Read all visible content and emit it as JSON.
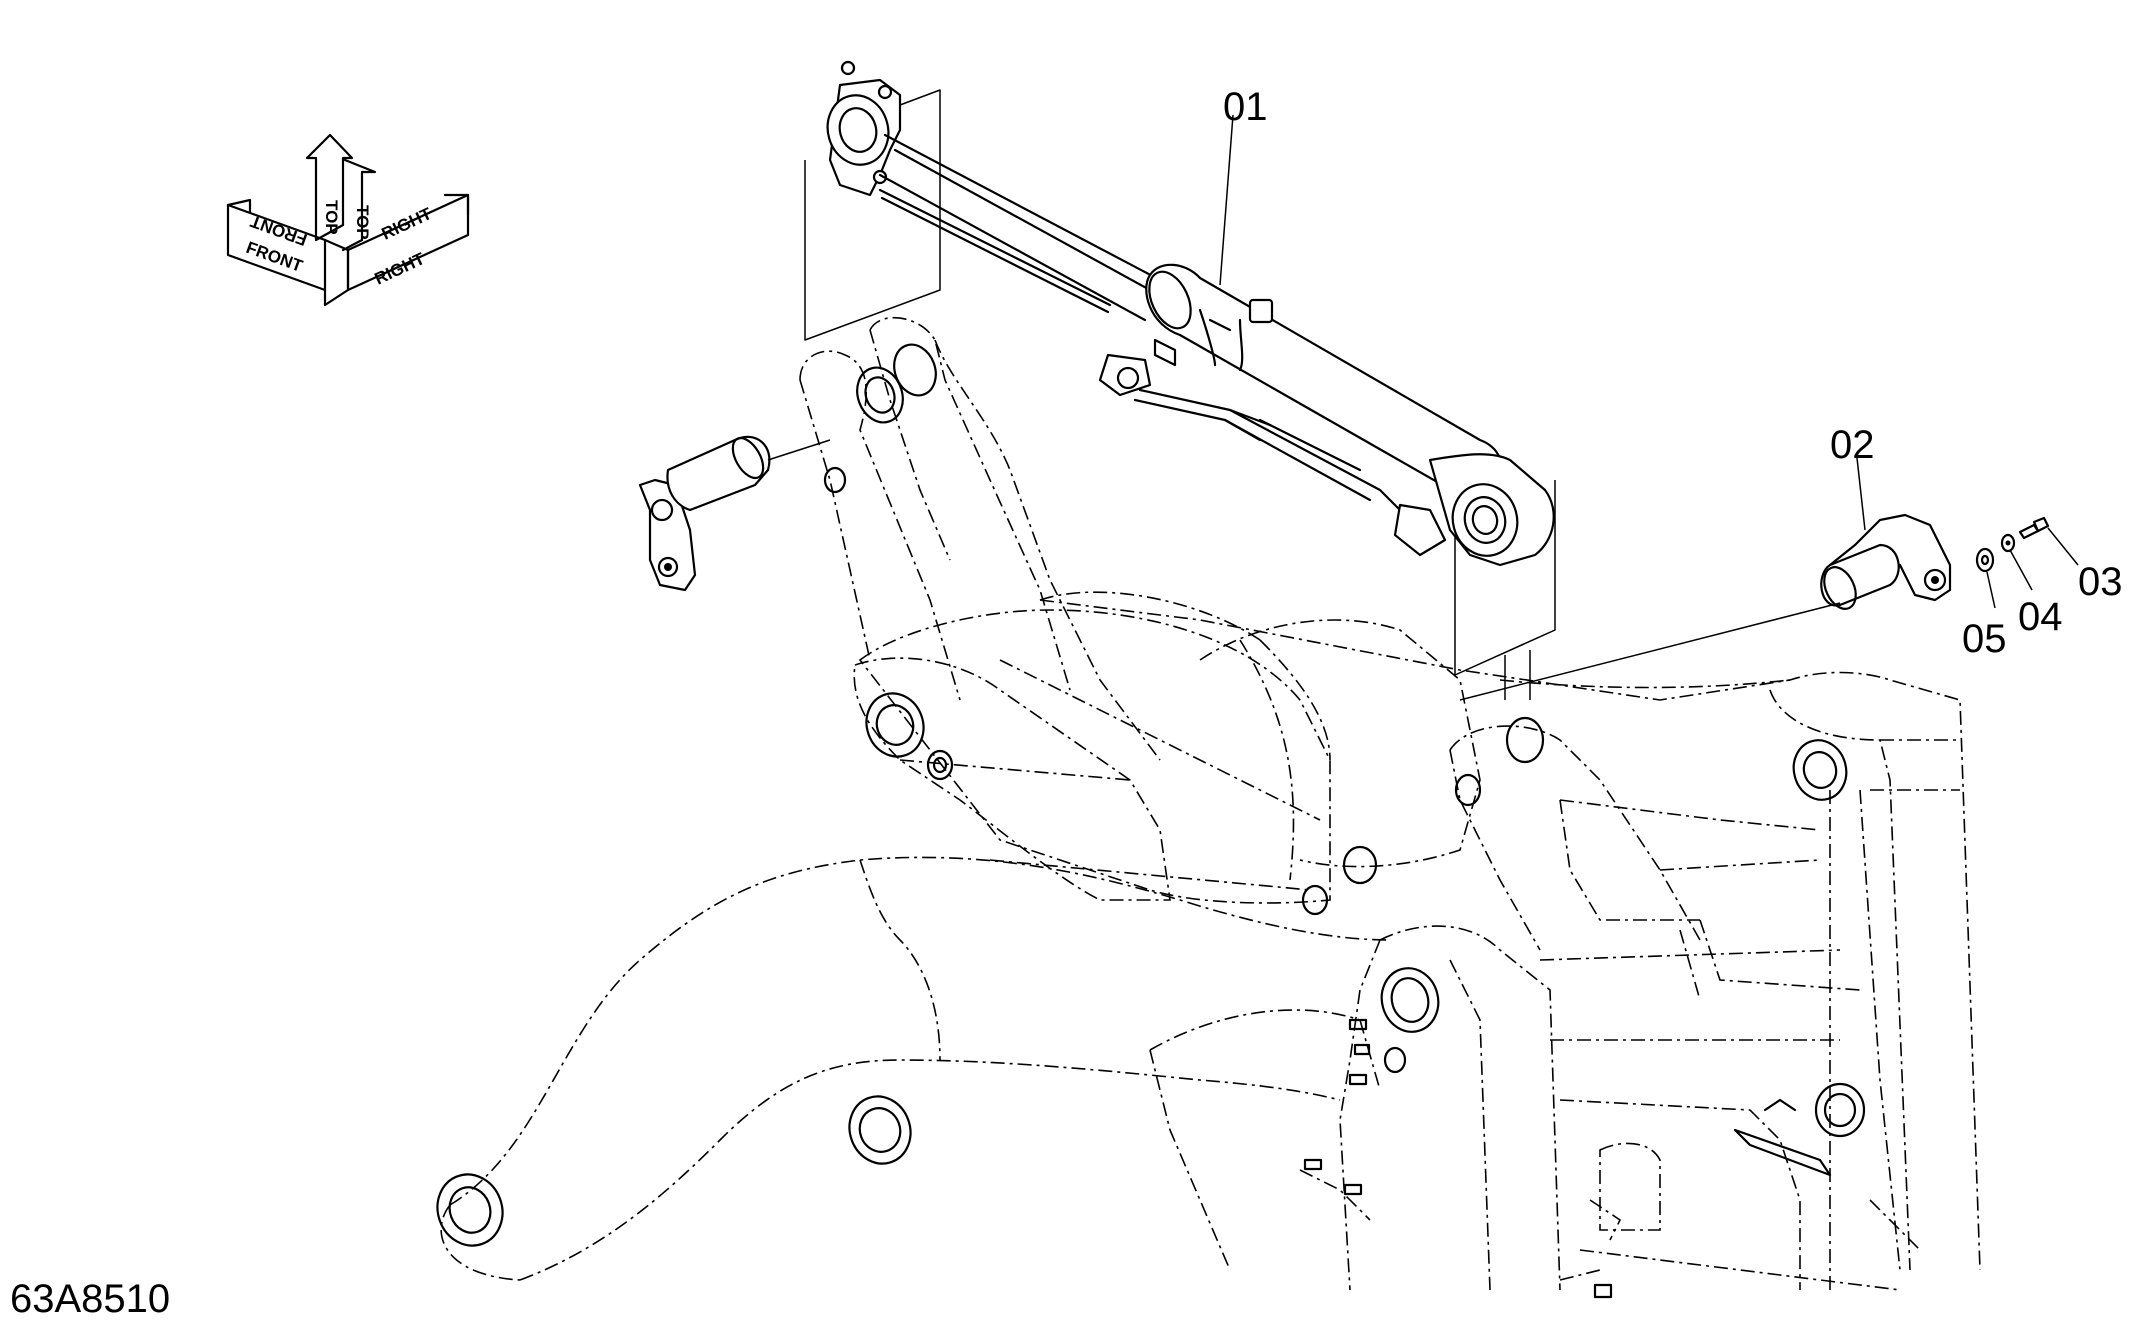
{
  "drawing_code": "63A8510",
  "orientation": {
    "top": "TOP",
    "front": "FRONT",
    "right": "RIGHT"
  },
  "callouts": [
    {
      "id": "01"
    },
    {
      "id": "02"
    },
    {
      "id": "03"
    },
    {
      "id": "04"
    },
    {
      "id": "05"
    }
  ]
}
